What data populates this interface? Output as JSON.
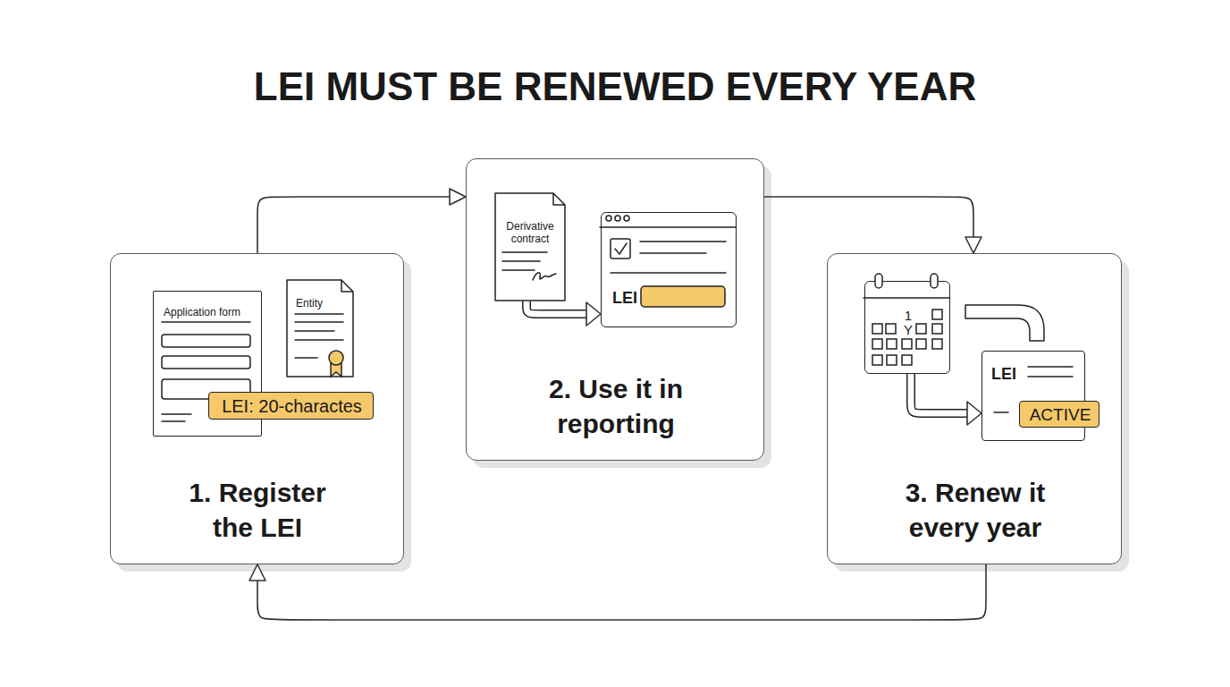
{
  "diagram": {
    "title": "LEI MUST BE RENEWED EVERY YEAR",
    "nodes": [
      {
        "text": [
          "1. Register the LEI"
        ]
      },
      {
        "text": [
          "Application form"
        ],
        "in": 0
      },
      {
        "text": [
          "Entity"
        ],
        "in": 0
      },
      {
        "text": [
          "LEI: 20-charactes"
        ],
        "in": 0
      },
      {
        "text": [
          "2. Use it in reporting"
        ]
      },
      {
        "text": [
          "Derivative contract"
        ],
        "in": 4
      },
      {
        "text": [
          "LEI"
        ],
        "in": 4
      },
      {
        "text": [
          "3. Renew it every year"
        ]
      },
      {
        "text": [
          "1",
          "Y"
        ],
        "in": 7
      },
      {
        "text": [
          "LEI"
        ],
        "in": 7
      },
      {
        "text": [
          "ACTIVE"
        ],
        "in": 9
      }
    ],
    "edges": [
      {
        "from": 0,
        "to": 4,
        "arrow": "to"
      },
      {
        "from": 4,
        "to": 7,
        "arrow": "to"
      },
      {
        "from": 7,
        "to": 0,
        "arrow": "to"
      },
      {
        "from": 5,
        "to": 6,
        "arrow": "to"
      },
      {
        "from": 8,
        "to": 9,
        "arrow": "to"
      }
    ]
  }
}
